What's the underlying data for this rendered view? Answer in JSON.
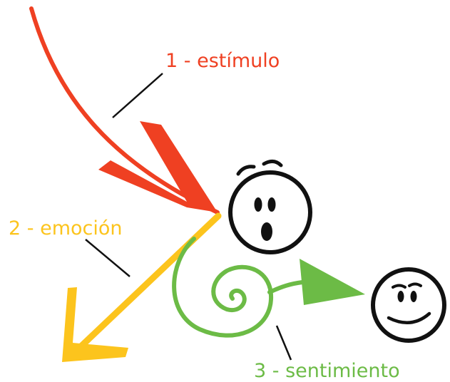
{
  "labels": {
    "stimulus": "1 - estímulo",
    "emotion": "2 - emoción",
    "feeling": "3 - sentimiento"
  },
  "colors": {
    "stimulus": "#ef4022",
    "emotion": "#fcc41d",
    "feeling": "#6cbb46",
    "ink": "#111111",
    "background": "#ffffff"
  },
  "icons": {
    "stimulus_arrow": "red-curved-arrow-icon",
    "emotion_arrow": "yellow-arrow-icon",
    "feeling_arrow": "green-spiral-arrow-icon",
    "surprised_face": "surprised-face-icon",
    "smiling_face": "smiling-face-icon"
  }
}
